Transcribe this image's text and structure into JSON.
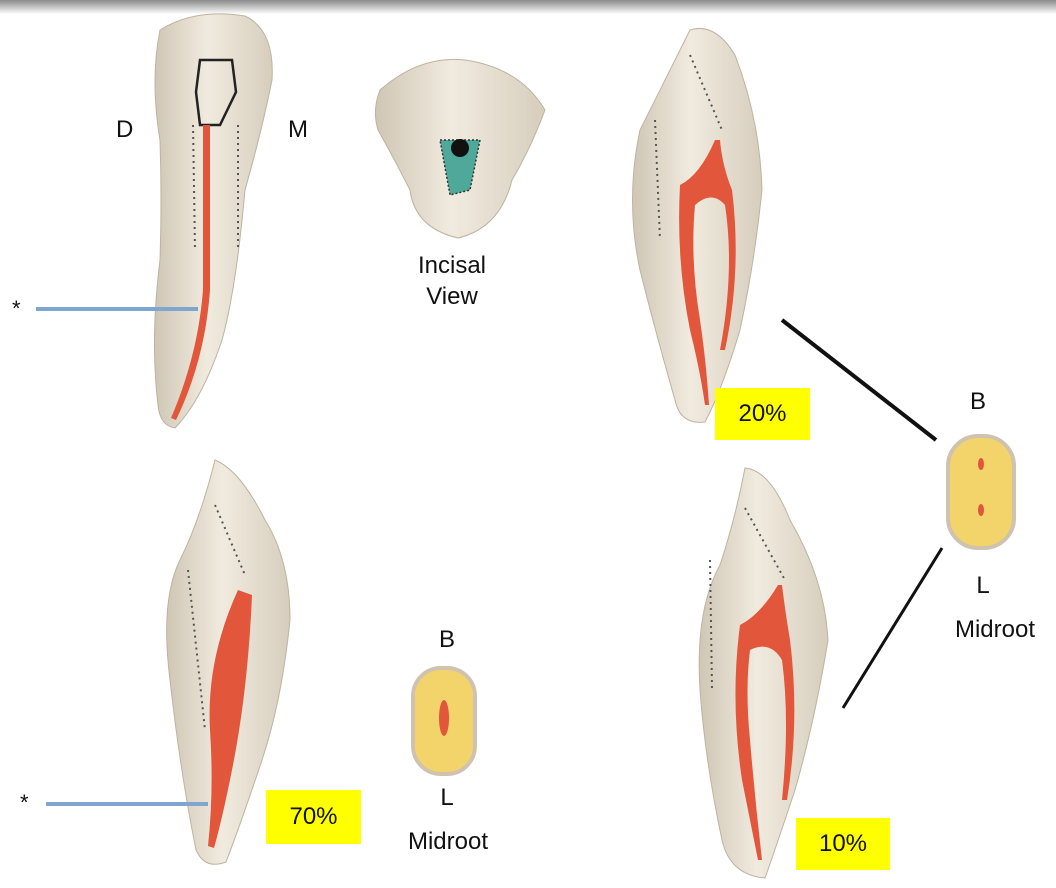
{
  "labels": {
    "distal": "D",
    "mesial": "M",
    "incisal_view": "Incisal\nView",
    "star_top": "*",
    "star_bottom": "*",
    "b_right": "B",
    "l_right": "L",
    "midroot_right": "Midroot",
    "b_bottom": "B",
    "l_bottom": "L",
    "midroot_bottom": "Midroot"
  },
  "badges": {
    "pct_20": "20%",
    "pct_70": "70%",
    "pct_10": "10%"
  },
  "colors": {
    "tooth": "#e8e0d0",
    "pulp": "#e2563b",
    "section": "#f3d46a",
    "badge": "#ffff00",
    "pointer": "#7fa6cf"
  }
}
